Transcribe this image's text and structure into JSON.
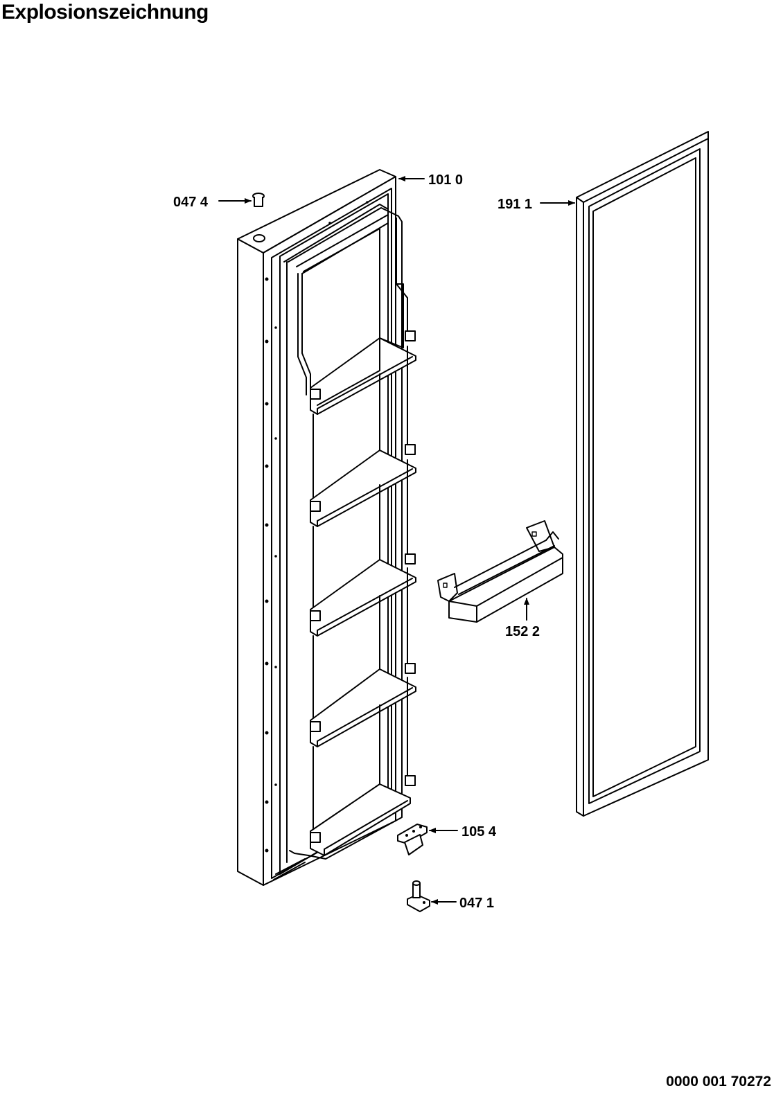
{
  "title": "Explosionszeichnung",
  "document_number": "0000 001 70272",
  "parts": [
    {
      "id": "047-4",
      "label": "047 4"
    },
    {
      "id": "101-0",
      "label": "101 0"
    },
    {
      "id": "191-1",
      "label": "191 1"
    },
    {
      "id": "152-2",
      "label": "152 2"
    },
    {
      "id": "105-4",
      "label": "105 4"
    },
    {
      "id": "047-1",
      "label": "047 1"
    }
  ]
}
